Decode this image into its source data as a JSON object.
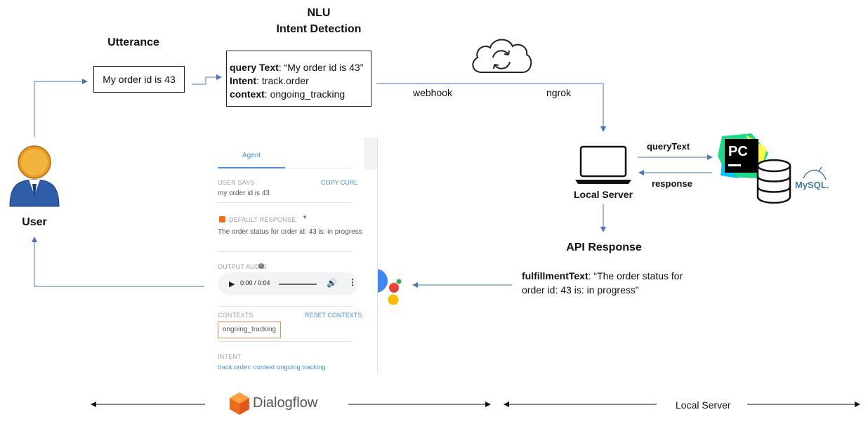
{
  "titles": {
    "utterance": "Utterance",
    "nlu_line1": "NLU",
    "nlu_line2": "Intent Detection",
    "user": "User",
    "local_server": "Local Server",
    "api_response": "API Response"
  },
  "utterance_box": {
    "text": "My order id is 43"
  },
  "nlu_box": {
    "query_key": "query Text",
    "query_val": ": “My order id is 43”",
    "intent_key": "Intent",
    "intent_val": ": track.order",
    "context_key": "context",
    "context_val": ": ongoing_tracking"
  },
  "edge_labels": {
    "webhook": "webhook",
    "ngrok": "ngrok",
    "query_text": "queryText",
    "response": "response"
  },
  "api_response": {
    "key": "fulfillmentText",
    "line1": ": “The order status for",
    "line2": "order id: 43 is: in progress”"
  },
  "dialogflow_panel": {
    "tab_agent": "Agent",
    "user_says_label": "USER SAYS",
    "copy_curl": "COPY CURL",
    "user_says_value": "my order id is 43",
    "default_response_label": "DEFAULT RESPONSE",
    "default_response_value": "The order status for order id: 43 is: in progress",
    "output_audio_label": "OUTPUT AUDIO",
    "audio_time": "0:00 / 0:04",
    "contexts_label": "CONTEXTS",
    "reset_contexts": "RESET CONTEXTS",
    "context_chip": "ongoing_tracking",
    "intent_label": "INTENT",
    "intent_value": "track.order: context ongoing tracking"
  },
  "mysql_logo_text": "MySQL.",
  "footer": {
    "dialogflow": "Dialogflow",
    "local_server": "Local Server"
  },
  "colors": {
    "arrow": "#4a76b8",
    "link_blue": "#4a8fe0",
    "dialogflow_orange": "#ef6c1f",
    "chip_border": "#f08a5d"
  }
}
